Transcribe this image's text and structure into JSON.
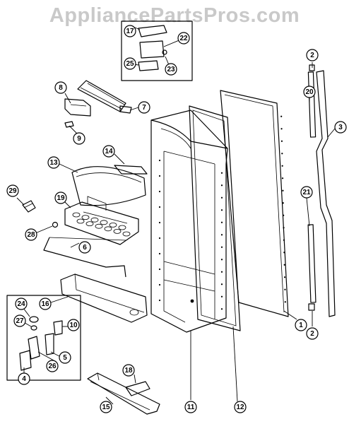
{
  "watermark": "AppliancePartsPros.com",
  "callouts": [
    {
      "id": "1",
      "label": "1"
    },
    {
      "id": "2a",
      "label": "2"
    },
    {
      "id": "2b",
      "label": "2"
    },
    {
      "id": "3",
      "label": "3"
    },
    {
      "id": "4",
      "label": "4"
    },
    {
      "id": "5",
      "label": "5"
    },
    {
      "id": "6",
      "label": "6"
    },
    {
      "id": "7",
      "label": "7"
    },
    {
      "id": "8",
      "label": "8"
    },
    {
      "id": "9",
      "label": "9"
    },
    {
      "id": "10",
      "label": "10"
    },
    {
      "id": "11",
      "label": "11"
    },
    {
      "id": "12",
      "label": "12"
    },
    {
      "id": "13",
      "label": "13"
    },
    {
      "id": "14",
      "label": "14"
    },
    {
      "id": "15",
      "label": "15"
    },
    {
      "id": "16",
      "label": "16"
    },
    {
      "id": "17",
      "label": "17"
    },
    {
      "id": "18",
      "label": "18"
    },
    {
      "id": "19",
      "label": "19"
    },
    {
      "id": "20",
      "label": "20"
    },
    {
      "id": "21",
      "label": "21"
    },
    {
      "id": "22",
      "label": "22"
    },
    {
      "id": "23",
      "label": "23"
    },
    {
      "id": "24",
      "label": "24"
    },
    {
      "id": "25",
      "label": "25"
    },
    {
      "id": "26",
      "label": "26"
    },
    {
      "id": "27",
      "label": "27"
    },
    {
      "id": "28",
      "label": "28"
    },
    {
      "id": "29",
      "label": "29"
    }
  ]
}
